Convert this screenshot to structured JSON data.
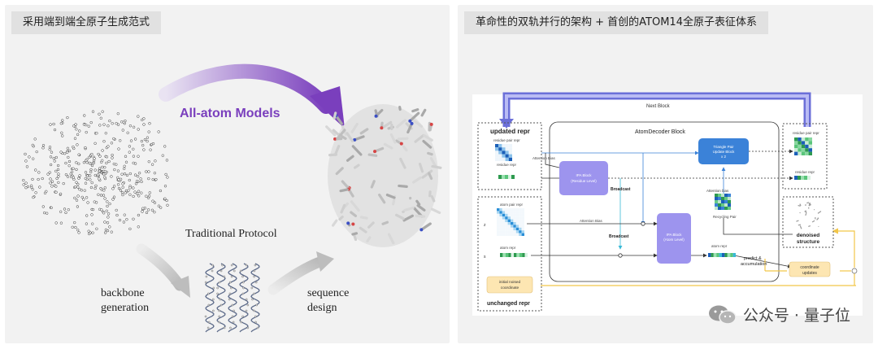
{
  "left_panel": {
    "title": "采用端到端全原子生成范式",
    "all_atom_label": "All-atom Models",
    "traditional_label": "Traditional Protocol",
    "backbone_label_line1": "backbone",
    "backbone_label_line2": "generation",
    "sequence_label_line1": "sequence",
    "sequence_label_line2": "design"
  },
  "right_panel": {
    "title": "革命性的双轨并行的架构 + 首创的ATOM14全原子表征体系",
    "next_block": "Next Block",
    "decoder_block": "AtomDecoder Block",
    "updated_repr": "updated repr",
    "residue_pair_repr_left": "residue pair repr",
    "residue_repr_left": "residue repr",
    "attention_bias_top": "Attention Bias",
    "ipa_residue_line1": "IPA Block",
    "ipa_residue_line2": "(Residue Level)",
    "broadcast_top": "Broadcast",
    "triangle_line1": "Triangle Pair",
    "triangle_line2": "Update Block",
    "triangle_line3": "x 2",
    "residue_pair_repr_right": "residue pair repr",
    "residue_repr_right": "residue repr",
    "attention_bias_right": "Attention bias",
    "recycling_pair": "Recycling Pair",
    "atom_pair_repr": "atom pair repr",
    "attention_bias_mid": "Attention Bias",
    "broadcast_mid": "Broadcast",
    "ipa_atom_line1": "IPA Block",
    "ipa_atom_line2": "(Atom Level)",
    "atom_repr_left": "atom repr",
    "atom_repr_right": "atom repr",
    "predict_line1": "predict &",
    "predict_line2": "accumulation",
    "denoised_line1": "denoised",
    "denoised_line2": "structure",
    "coordinate_line1": "coordinate",
    "coordinate_line2": "updates",
    "initial_line1": "initial noised",
    "initial_line2": "coordinate",
    "unchanged_repr": "unchanged repr",
    "z_symbol": "z",
    "s_symbol": "s"
  },
  "watermark": {
    "text": "公众号 · 量子位"
  },
  "colors": {
    "purple_arrow": "#7a3fbd",
    "block_purple": "#9d94ee",
    "triangle_blue": "#3b82d8",
    "next_block_border": "#6b6fd8",
    "yellow_line": "#f2c649",
    "yellow_box": "#fde6b2"
  }
}
